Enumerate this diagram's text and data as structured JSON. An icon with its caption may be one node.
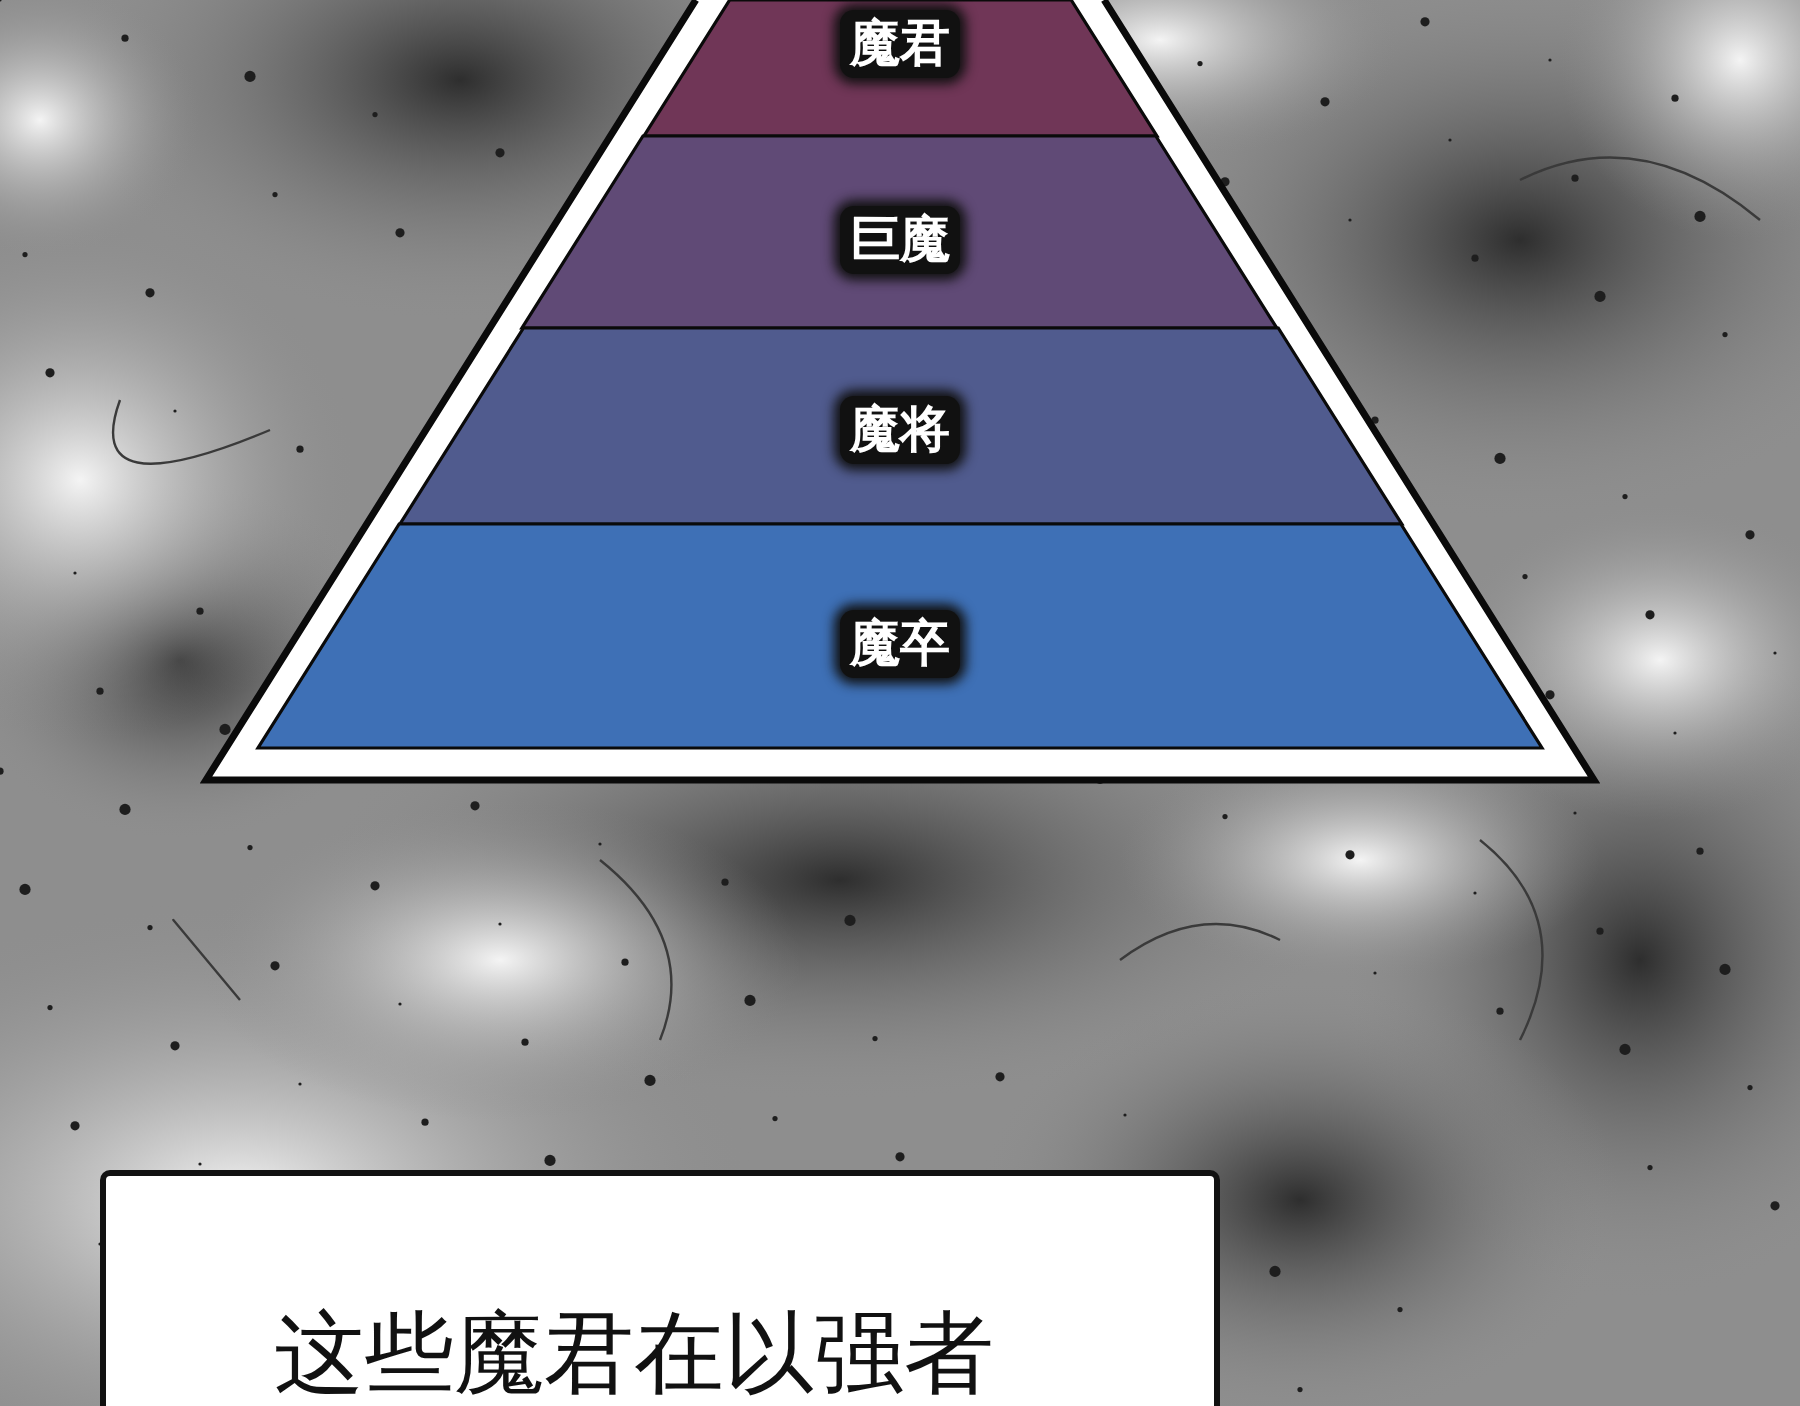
{
  "diagram": {
    "nodes": [
      {
        "text": [],
        "shape": "triangle"
      },
      {
        "text": [
          "魔君"
        ],
        "in": 0
      },
      {
        "text": [
          "巨魔"
        ],
        "in": 0
      },
      {
        "text": [
          "魔将"
        ],
        "in": 0
      },
      {
        "text": [
          "魔卒"
        ],
        "in": 0
      },
      {
        "text": [
          "这些魔君在以强者"
        ]
      }
    ]
  }
}
